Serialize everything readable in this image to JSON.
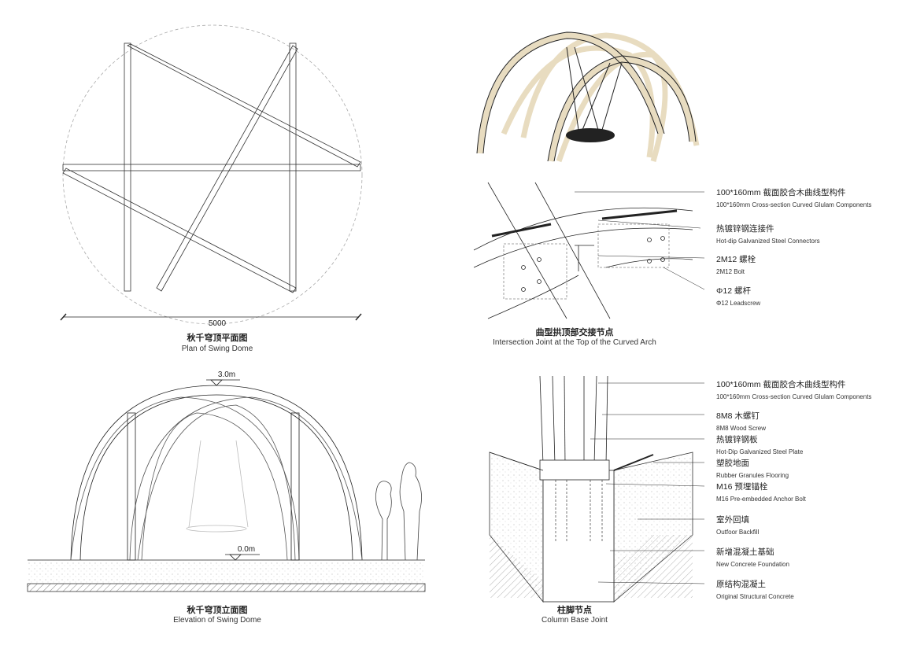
{
  "plan": {
    "dimension": "5000",
    "title_zh": "秋千穹顶平面图",
    "title_en": "Plan of Swing Dome"
  },
  "joint": {
    "title_zh": "曲型拱顶部交接节点",
    "title_en": "Intersection Joint at the Top of the Curved Arch",
    "labels": [
      {
        "zh": "100*160mm 截面胶合木曲线型构件",
        "en": "100*160mm Cross-section Curved Glulam Components"
      },
      {
        "zh": "热镀锌钢连接件",
        "en": "Hot-dip Galvanized Steel Connectors"
      },
      {
        "zh": "2M12 螺栓",
        "en": "2M12 Bolt"
      },
      {
        "zh": "Φ12 螺杆",
        "en": "Φ12 Leadscrew"
      }
    ]
  },
  "elevation": {
    "top_level": "3.0m",
    "ground_level": "0.0m",
    "title_zh": "秋千穹顶立面图",
    "title_en": "Elevation of Swing Dome"
  },
  "base": {
    "title_zh": "柱脚节点",
    "title_en": "Column Base Joint",
    "labels": [
      {
        "zh": "100*160mm 截面胶合木曲线型构件",
        "en": "100*160mm Cross-section Curved Glulam Components"
      },
      {
        "zh": "8M8 木螺钉",
        "en": "8M8 Wood Screw"
      },
      {
        "zh": "热镀锌钢板",
        "en": "Hot-Dip Galvanized Steel Plate"
      },
      {
        "zh": "塑胶地面",
        "en": "Rubber Granules Flooring"
      },
      {
        "zh": "M16 预埋锚栓",
        "en": "M16 Pre-embedded Anchor Bolt"
      },
      {
        "zh": "室外回填",
        "en": "Outfoor Backfill"
      },
      {
        "zh": "新增混凝土基础",
        "en": "New Concrete Foundation"
      },
      {
        "zh": "原结构混凝土",
        "en": "Original Structural Concrete"
      }
    ]
  },
  "colors": {
    "wood": "#e8dcc0",
    "line": "#222222"
  }
}
